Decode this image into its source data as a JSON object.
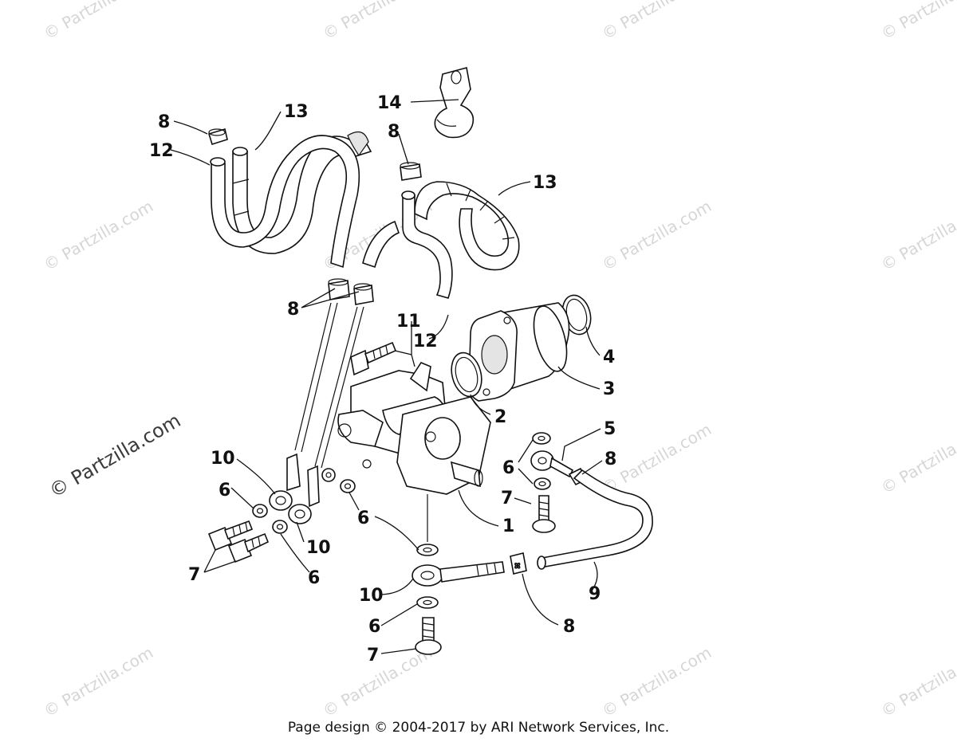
{
  "watermark": {
    "small": "© Partzilla.com",
    "large": "© Partzilla.com"
  },
  "footer": {
    "text": "Page design © 2004-2017 by ARI Network Services, Inc."
  },
  "callouts": {
    "c1": "1",
    "c2": "2",
    "c3": "3",
    "c4": "4",
    "c5": "5",
    "c6a": "6",
    "c6b": "6",
    "c6c": "6",
    "c6d": "6",
    "c6e": "6",
    "c7a": "7",
    "c7b": "7",
    "c7c": "7",
    "c8a": "8",
    "c8b": "8",
    "c8c": "8",
    "c8d": "8",
    "c8e": "8",
    "c9": "9",
    "c10a": "10",
    "c10b": "10",
    "c10c": "10",
    "c11": "11",
    "c12a": "12",
    "c12b": "12",
    "c13a": "13",
    "c13b": "13",
    "c14": "14"
  }
}
